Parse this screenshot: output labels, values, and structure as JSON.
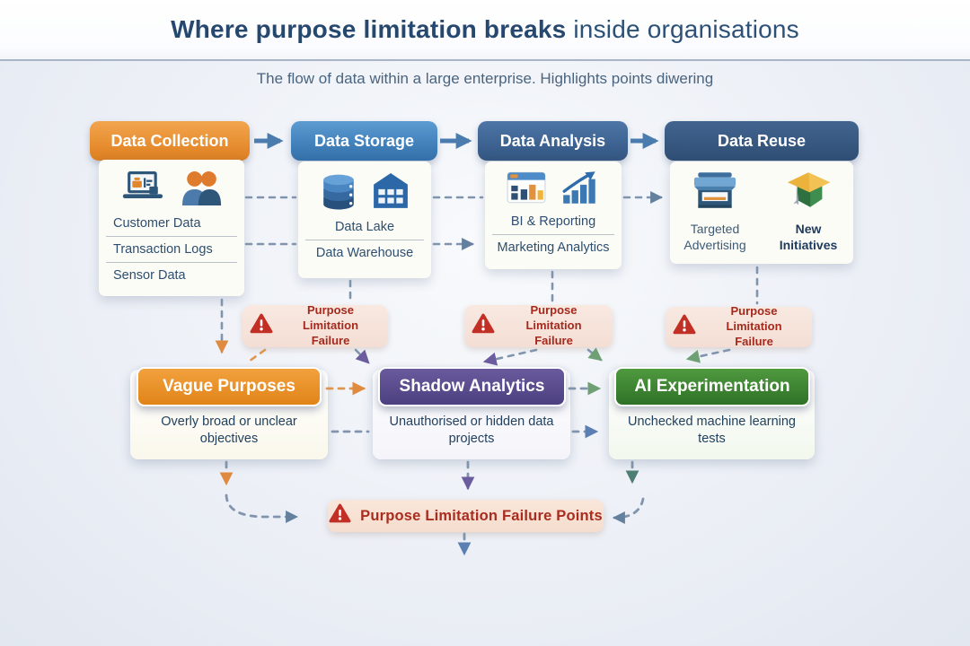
{
  "title": {
    "bold": "Where purpose limitation breaks",
    "regular": " inside organisations"
  },
  "subtitle": "The flow of data within a large enterprise. Highlights points diwering",
  "stages": [
    {
      "label": "Data Collection",
      "icons": [
        "laptop-icon",
        "people-icon"
      ],
      "items": [
        "Customer Data",
        "Transaction Logs",
        "Sensor Data"
      ],
      "header_color": "#e58a2c"
    },
    {
      "label": "Data Storage",
      "icons": [
        "database-icon",
        "building-icon"
      ],
      "items": [
        "Data Lake",
        "Data Warehouse"
      ],
      "header_color": "#3e7cb6"
    },
    {
      "label": "Data Analysis",
      "icons": [
        "dashboard-icon",
        "growth-chart-icon"
      ],
      "items": [
        "BI & Reporting",
        "Marketing Analytics"
      ],
      "header_color": "#3a5f8d"
    },
    {
      "label": "Data Reuse",
      "icons": [
        "storefront-icon",
        "graduation-cap-icon"
      ],
      "items": [
        "Targeted Advertising",
        "New Initiatives"
      ],
      "header_color": "#2f4e74"
    }
  ],
  "warning_badge": {
    "line1": "Purpose Limitation",
    "line2": "Failure",
    "bg": "#f5e1d7",
    "text_color": "#a52a1d",
    "icon": "warning-triangle-icon"
  },
  "failures": [
    {
      "label": "Vague Purposes",
      "desc": "Overly broad or unclear objectives",
      "header_color": "#e18418"
    },
    {
      "label": "Shadow Analytics",
      "desc": "Unauthorised or hidden data projects",
      "header_color": "#4d4080"
    },
    {
      "label": "AI Experimentation",
      "desc": "Unchecked machine learning tests",
      "header_color": "#2f7127"
    }
  ],
  "footer_badge": {
    "label": "Purpose Limitation Failure Points",
    "bg": "#f6dfd1",
    "text_color": "#a92c1e"
  },
  "accent_colors": {
    "flow_arrow": "#4a7cad",
    "dashed_line": "#8095ad",
    "dashed_orange": "#e0954e",
    "arrow_purple": "#6a5c9e",
    "arrow_green": "#6fa075",
    "arrow_teal": "#4e7f74",
    "arrow_blue": "#5b7fb2"
  }
}
